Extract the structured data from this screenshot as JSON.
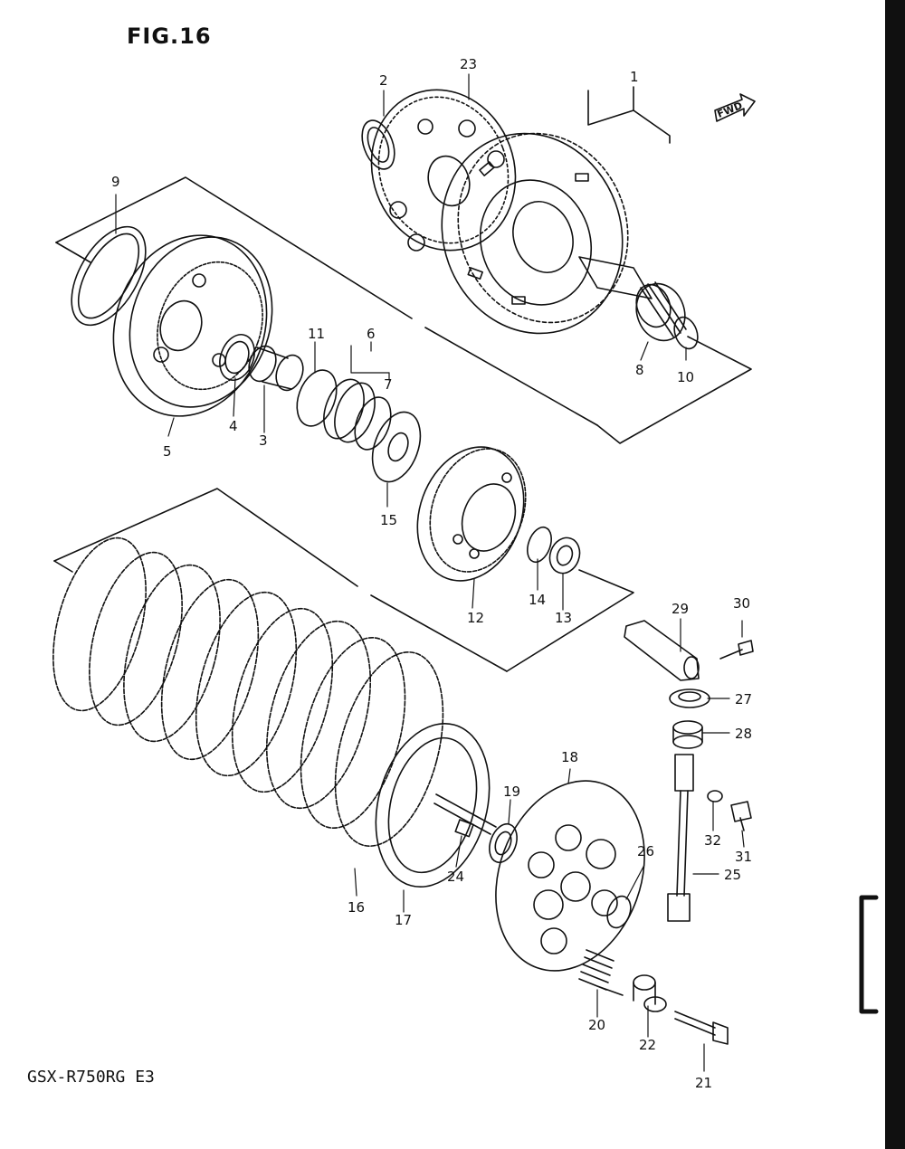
{
  "figure_title": "FIG.16",
  "model_code": "GSX-R750RG  E3",
  "direction_tag": "FWD",
  "callouts": {
    "p1": "1",
    "p2": "2",
    "p3": "3",
    "p4": "4",
    "p5": "5",
    "p6": "6",
    "p7": "7",
    "p8": "8",
    "p9": "9",
    "p10": "10",
    "p11": "11",
    "p12": "12",
    "p13": "13",
    "p14": "14",
    "p15": "15",
    "p16": "16",
    "p17": "17",
    "p18": "18",
    "p19": "19",
    "p20": "20",
    "p21": "21",
    "p22": "22",
    "p23": "23",
    "p24": "24",
    "p25": "25",
    "p26": "26",
    "p27": "27",
    "p28": "28",
    "p29": "29",
    "p30": "30",
    "p31": "31",
    "p32": "32"
  },
  "colors": {
    "ink": "#111111",
    "paper": "#ffffff"
  }
}
